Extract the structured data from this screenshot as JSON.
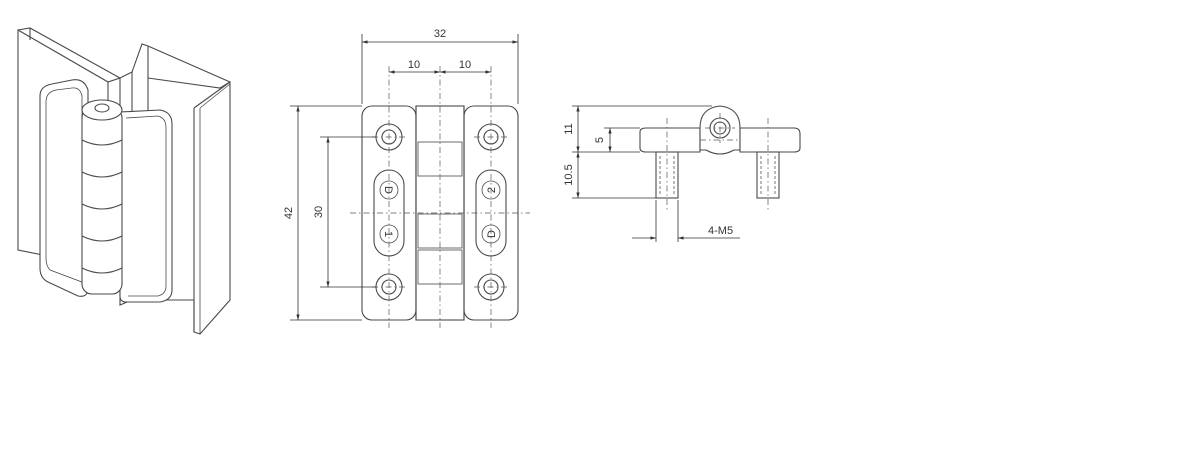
{
  "front_view": {
    "overall_width": "32",
    "hole_offset_left": "10",
    "hole_offset_right": "10",
    "overall_height": "42",
    "hole_spacing": "30",
    "slot_left_top": "D",
    "slot_left_bottom": "1",
    "slot_right_top": "2",
    "slot_right_bottom": "D"
  },
  "side_view": {
    "dim_total_height": "11",
    "dim_leaf_thickness": "5",
    "dim_stud_length": "10.5",
    "stud_spec": "4-M5"
  }
}
